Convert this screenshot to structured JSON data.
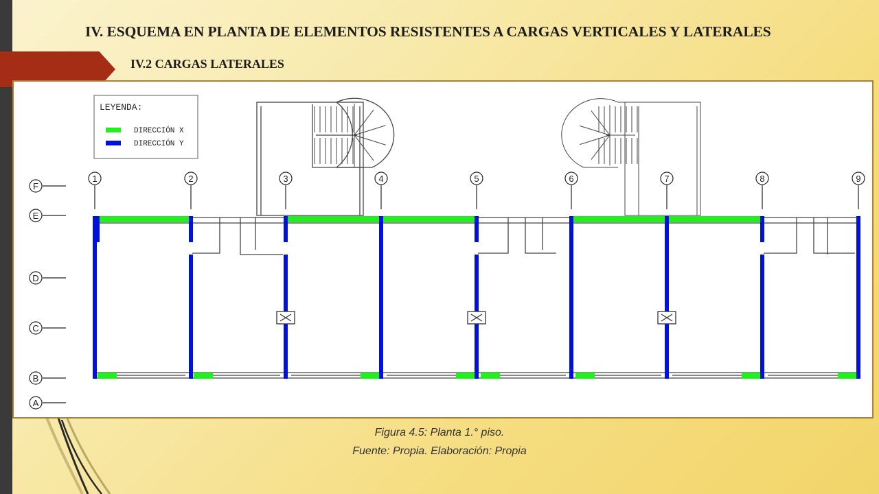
{
  "slide": {
    "title": "IV. ESQUEMA EN PLANTA DE ELEMENTOS RESISTENTES A CARGAS VERTICALES Y LATERALES",
    "subtitle": "IV.2 CARGAS LATERALES",
    "caption_line1": "Figura 4.5: Planta 1.° piso.",
    "caption_line2": "Fuente: Propia. Elaboración: Propia"
  },
  "legend": {
    "title": "LEYENDA:",
    "items": [
      {
        "label": "DIRECCIÓN X",
        "color": "#22ee22"
      },
      {
        "label": "DIRECCIÓN Y",
        "color": "#0010dd"
      }
    ]
  },
  "grid": {
    "columns": [
      "1",
      "2",
      "3",
      "4",
      "5",
      "6",
      "7",
      "8",
      "9"
    ],
    "rows": [
      "F",
      "E",
      "D",
      "C",
      "B",
      "A"
    ]
  },
  "colors": {
    "accent_red": "#a52d15",
    "frame_border": "#b0802e",
    "direction_x": "#22ee22",
    "direction_y": "#0010dd"
  }
}
